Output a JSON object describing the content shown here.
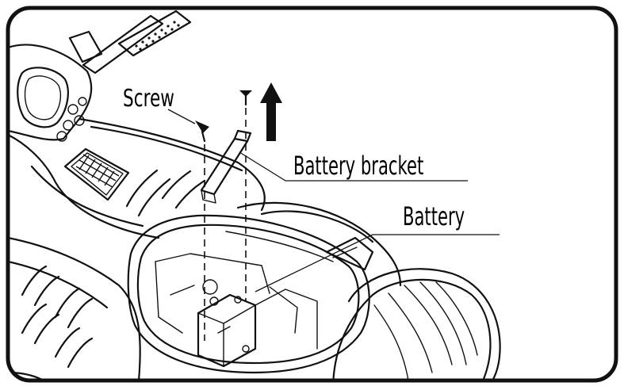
{
  "labels": {
    "screw": "Screw",
    "battery_bracket": "Battery bracket",
    "battery": "Battery"
  },
  "colors": {
    "ink": "#111111",
    "background": "#ffffff"
  },
  "icons": {
    "direction": "arrow-up-icon"
  }
}
